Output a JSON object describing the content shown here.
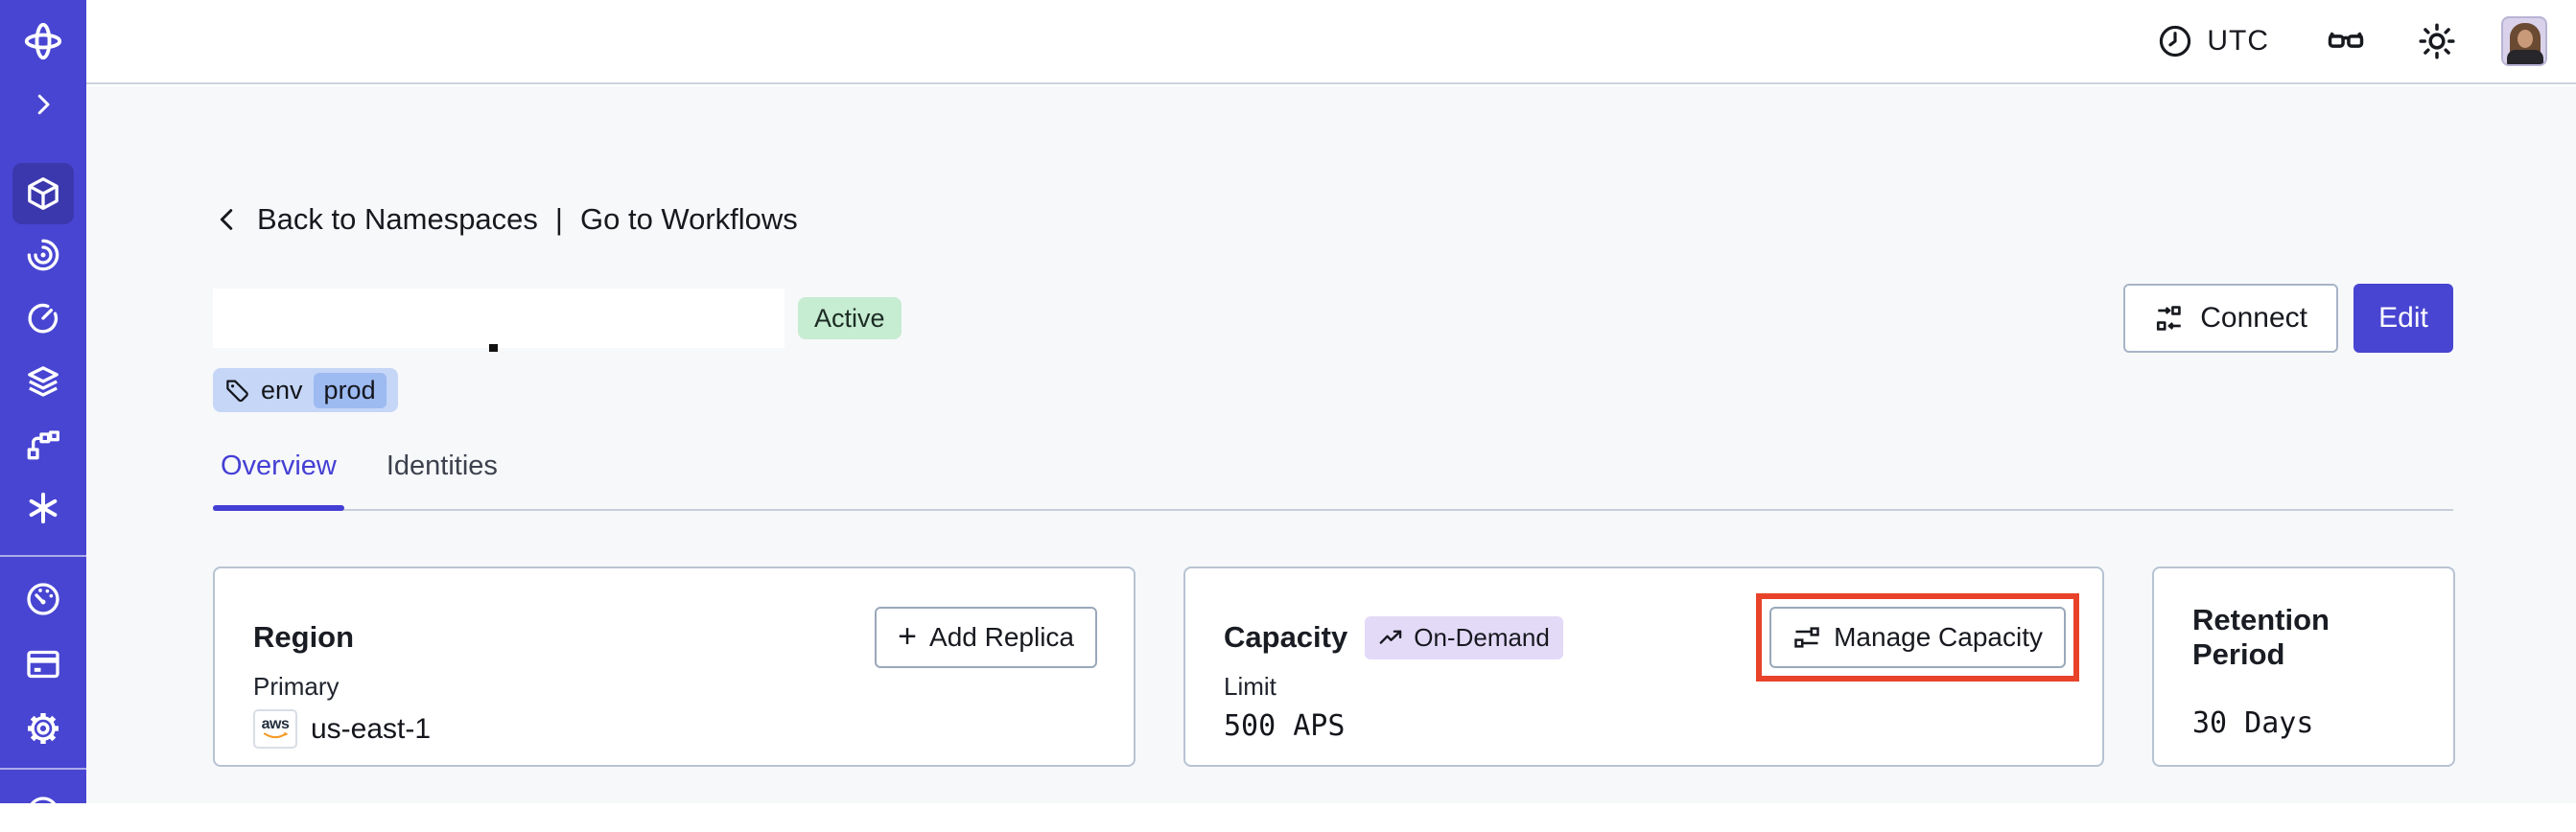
{
  "topbar": {
    "timezone": "UTC",
    "icons": [
      "clock-icon",
      "glasses-icon",
      "light-mode-icon",
      "user-avatar"
    ]
  },
  "sidebar": {
    "accent_color": "#4845D2",
    "active_item": "namespaces",
    "items": [
      "temporal-logo",
      "expand-sidebar-chevron",
      "namespaces",
      "workflows",
      "schedules",
      "deployments",
      "batch-operations",
      "nexus",
      "usage",
      "billing",
      "settings",
      "help"
    ]
  },
  "breadcrumb": {
    "back_label": "Back to Namespaces",
    "separator": "|",
    "goto_label": "Go to Workflows"
  },
  "header": {
    "status_badge": "Active",
    "tag": {
      "key": "env",
      "value": "prod"
    },
    "connect_label": "Connect",
    "edit_label": "Edit"
  },
  "tabs": [
    {
      "label": "Overview",
      "active": true
    },
    {
      "label": "Identities",
      "active": false
    }
  ],
  "cards": {
    "region": {
      "title": "Region",
      "plus_glyph": "+",
      "add_replica_label": "Add Replica",
      "field_label": "Primary",
      "provider": "aws",
      "value": "us-east-1"
    },
    "capacity": {
      "title": "Capacity",
      "badge_label": "On-Demand",
      "manage_label": "Manage Capacity",
      "field_label": "Limit",
      "value": "500 APS"
    },
    "retention": {
      "title": "Retention Period",
      "value": "30 Days"
    }
  },
  "colors": {
    "accent": "#4845D2",
    "sidebar_active_bg": "#3B38AE",
    "page_bg": "#F7F8FA",
    "status_badge_bg": "#C6ECD2",
    "tag_bg": "#C5D6F7",
    "tag_value_bg": "#9DBAF1",
    "ondemand_badge_bg": "#E3DAF8",
    "annotation_highlight": "#E8432A"
  }
}
